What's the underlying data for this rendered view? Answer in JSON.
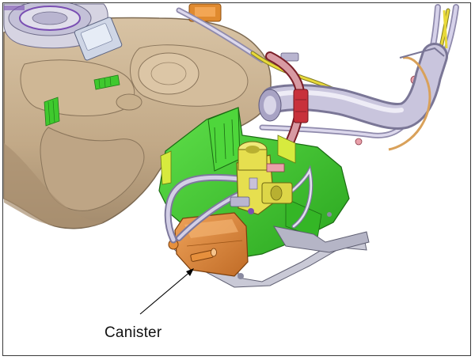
{
  "callouts": [
    {
      "label": "Canister",
      "target": "canister"
    }
  ],
  "parts": [
    "fuel-tank",
    "canister",
    "fuel-pump-module",
    "filler-neck",
    "vapor-lines",
    "valve-block",
    "mounting-bracket"
  ],
  "colors": {
    "tank": "#c7b092",
    "tank_shadow": "#a38b6d",
    "bracket_green": "#3fc92e",
    "canister_orange": "#d9853a",
    "valve_yellow": "#e6df4f",
    "hose_red": "#c8313b",
    "hose_pink": "#d89aa3",
    "tube_lavender": "#b8b3d4",
    "line_yellow": "#e8d93a",
    "tray_gray": "#c9c9d6",
    "pump_purple": "#7a4fb3"
  }
}
